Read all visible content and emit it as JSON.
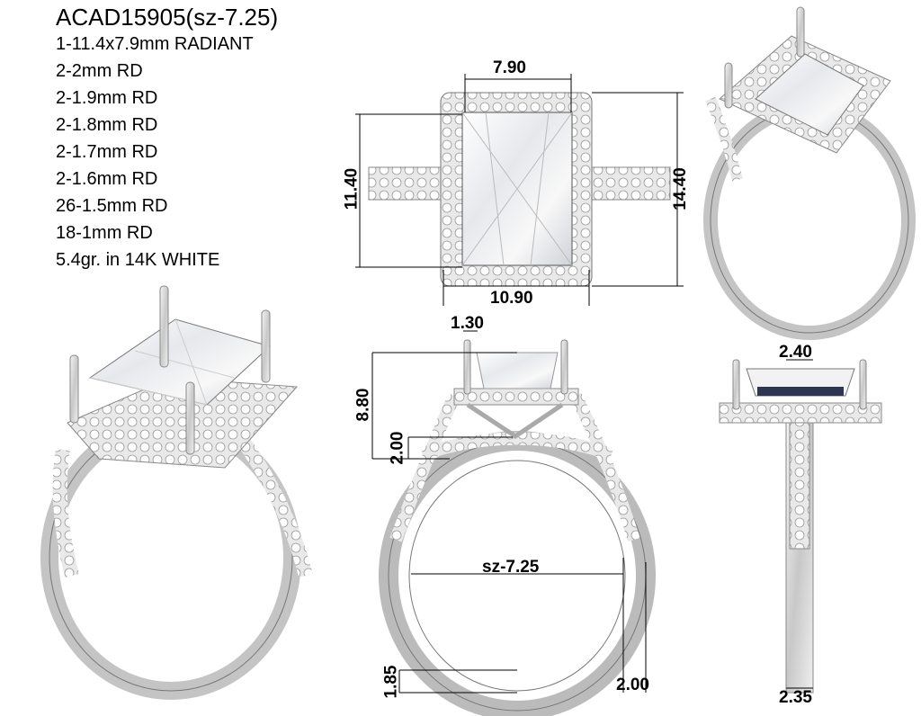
{
  "spec": {
    "title": "ACAD15905(sz-7.25)",
    "lines": [
      "1-11.4x7.9mm RADIANT",
      "2-2mm RD",
      "2-1.9mm RD",
      "2-1.8mm RD",
      "2-1.7mm RD",
      "2-1.6mm RD",
      "26-1.5mm RD",
      "18-1mm RD",
      "5.4gr.  in 14K WHITE"
    ]
  },
  "dimensions": {
    "top_width": "7.90",
    "top_halo_width": "10.90",
    "top_stone_length": "11.40",
    "top_halo_length": "14.40",
    "prong": "1.30",
    "height": "8.80",
    "gallery": "2.00",
    "size": "sz-7.25",
    "shank_bottom": "1.85",
    "shank_width_side": "2.00",
    "end_top": "2.40",
    "end_bottom": "2.35"
  },
  "colors": {
    "metal": "#d9d9d9",
    "metal_dark": "#8a8a8a",
    "line": "#000000"
  }
}
